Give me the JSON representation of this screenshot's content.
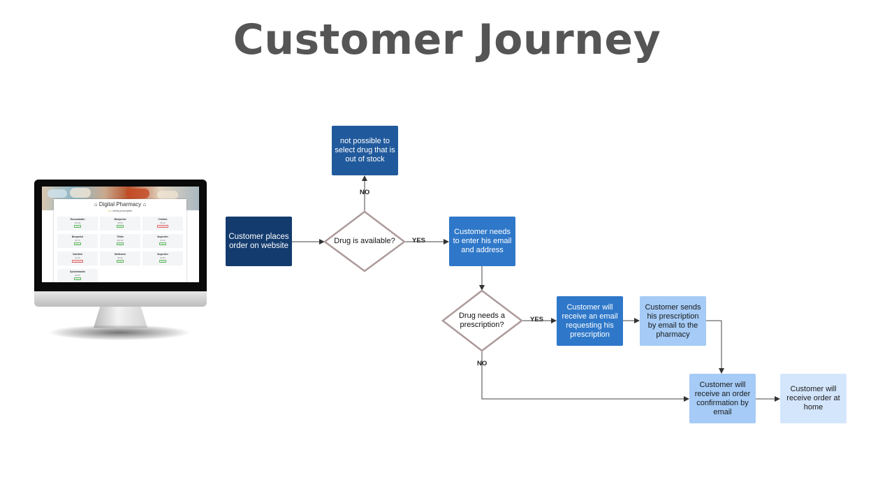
{
  "title": "Customer Journey",
  "monitor": {
    "app_title": "Digital Pharmacy",
    "app_subtitle": "= needs prescription",
    "cards": [
      {
        "name": "Rosuvastatin",
        "price": "€11,99",
        "button": "Order"
      },
      {
        "name": "Metoprolol",
        "price": "€9,50",
        "button": "Order"
      },
      {
        "name": "Cetirizin",
        "price": "€8,10",
        "button": "Out of stock"
      },
      {
        "name": "Bisoprolol",
        "price": "€6,75",
        "button": "Order"
      },
      {
        "name": "Tilidin",
        "price": "€12,40",
        "button": "Order"
      },
      {
        "name": "Ibuprofen",
        "price": "€4,20",
        "button": "Order"
      },
      {
        "name": "Calcitriol",
        "price": "€7,30",
        "button": "Out of stock"
      },
      {
        "name": "Metformin",
        "price": "€5,60",
        "button": "Order"
      },
      {
        "name": "Ibuprofen",
        "price": "€3,90",
        "button": "Order"
      },
      {
        "name": "Xylometazolin",
        "price": "€2,80",
        "button": "Order"
      }
    ]
  },
  "flow": {
    "nodes": {
      "start": "Customer places order on website",
      "available": "Drug is available?",
      "not_possible": "not possible to select drug that is out of stock",
      "enter_email": "Customer needs to enter his email and address",
      "needs_rx": "Drug needs a prescription?",
      "receive_request": "Customer will receive an email requesting his prescription",
      "sends_rx": "Customer sends his prescription by email to the pharmacy",
      "confirmation": "Customer will receive an order confirmation by email",
      "receive_home": "Customer will receive order at home"
    },
    "edge_labels": {
      "no_top": "NO",
      "yes_available": "YES",
      "yes_rx": "YES",
      "no_rx": "NO"
    }
  }
}
